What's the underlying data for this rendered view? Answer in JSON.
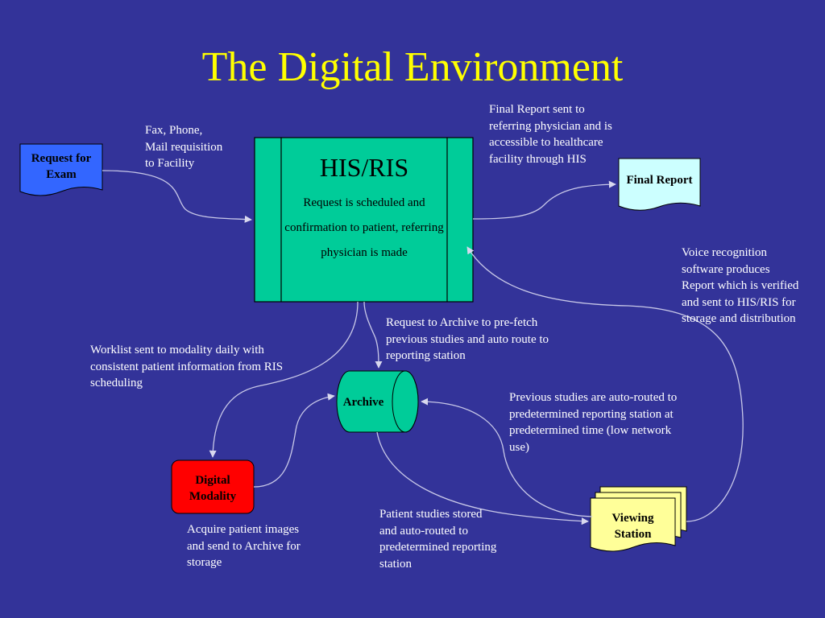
{
  "slide": {
    "title": "The Digital Environment"
  },
  "nodes": {
    "request_for_exam": "Request for\nExam",
    "his_ris_title": "HIS/RIS",
    "his_ris_body": "Request is scheduled and confirmation to patient, referring physician is made",
    "final_report": "Final Report",
    "archive": "Archive",
    "digital_modality": "Digital\nModality",
    "viewing_station": "Viewing\nStation"
  },
  "annotations": {
    "fax_phone": "Fax, Phone,\nMail requisition\nto Facility",
    "final_report_sent": "Final Report sent to\nreferring physician and is\naccessible to healthcare\nfacility through HIS",
    "voice_recognition": "Voice recognition\nsoftware produces\nReport which is verified\nand sent to HIS/RIS for\nstorage and distribution",
    "request_to_archive": "Request to Archive to pre-fetch\nprevious studies and auto route to\nreporting station",
    "worklist": "Worklist sent to modality daily with\nconsistent patient information from RIS\nscheduling",
    "previous_studies": "Previous studies are auto-routed to\npredetermined reporting station at\npredetermined time (low network\nuse)",
    "acquire_images": "Acquire patient images\nand send to Archive for\nstorage",
    "patient_studies": "Patient studies stored\nand auto-routed to\npredetermined reporting\nstation"
  },
  "colors": {
    "background": "#333399",
    "title": "#ffff00",
    "request_box": "#3366ff",
    "his_ris_box": "#00cc99",
    "archive": "#00cc99",
    "final_report_box": "#ccffff",
    "digital_modality_box": "#ff0000",
    "viewing_station_box": "#ffff99",
    "connector": "#c0c0e0"
  }
}
